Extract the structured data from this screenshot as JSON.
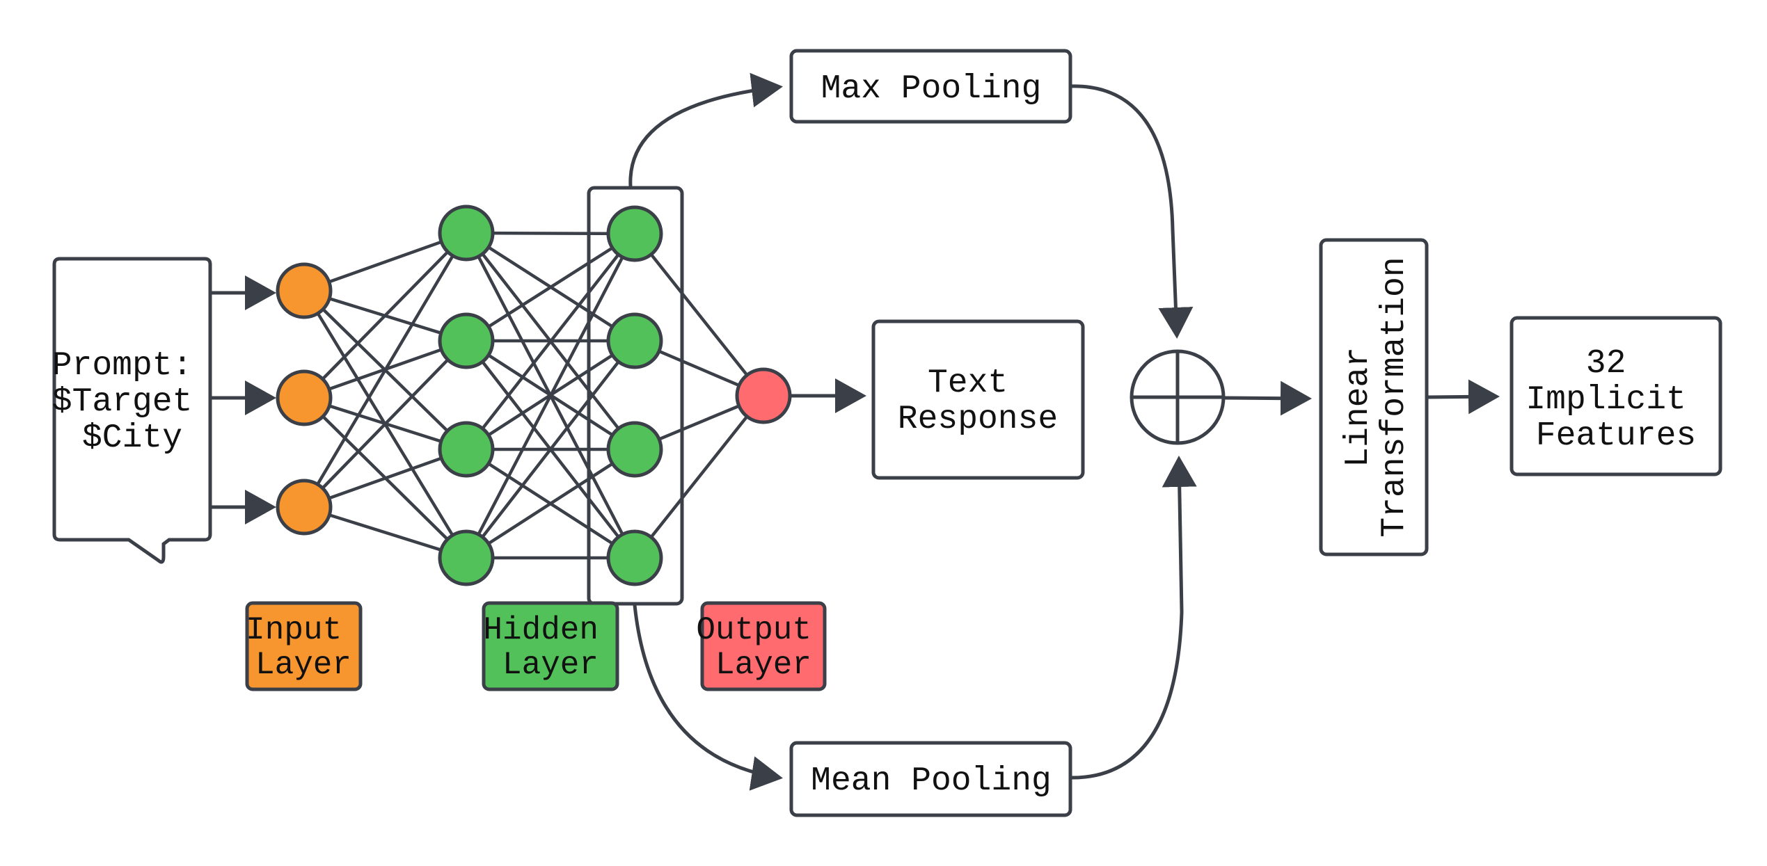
{
  "prompt": {
    "lines": [
      "Prompt:",
      "$Target",
      "$City"
    ]
  },
  "legend": {
    "input": {
      "lines": [
        "Input",
        "Layer"
      ],
      "color": "#f7952f"
    },
    "hidden": {
      "lines": [
        "Hidden",
        "Layer"
      ],
      "color": "#53c15a"
    },
    "output": {
      "lines": [
        "Output",
        "Layer"
      ],
      "color": "#ff6b6e"
    }
  },
  "boxes": {
    "max_pooling": "Max Pooling",
    "mean_pooling": "Mean Pooling",
    "text_response": {
      "lines": [
        "Text",
        "Response"
      ]
    },
    "linear_transformation": {
      "lines": [
        "Linear",
        "Transformation"
      ]
    },
    "implicit_features": {
      "lines": [
        "32",
        "Implicit",
        "Features"
      ]
    }
  },
  "colors": {
    "stroke": "#3b3f48",
    "input_node": "#f7952f",
    "hidden_node": "#53c15a",
    "output_node": "#ff6b6e"
  },
  "icons": {
    "sum": "circle-plus-icon",
    "arrowhead": "arrowhead-icon"
  }
}
